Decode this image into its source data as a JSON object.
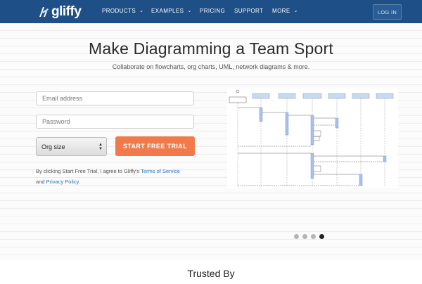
{
  "nav": {
    "logo_text": "gliffy",
    "items": [
      {
        "label": "PRODUCTS",
        "dropdown": true
      },
      {
        "label": "EXAMPLES",
        "dropdown": true
      },
      {
        "label": "PRICING",
        "dropdown": false
      },
      {
        "label": "SUPPORT",
        "dropdown": false
      },
      {
        "label": "MORE",
        "dropdown": true
      }
    ],
    "login_label": "LOG IN"
  },
  "hero": {
    "headline": "Make Diagramming a Team Sport",
    "subhead": "Collaborate on flowcharts, org charts, UML, network diagrams & more."
  },
  "form": {
    "email_placeholder": "Email address",
    "password_placeholder": "Password",
    "org_size_selected": "Org size",
    "cta_label": "START FREE TRIAL",
    "legal_prefix": "By clicking Start Free Trial, I agree to Gliffy's ",
    "terms_link": "Terms of Service",
    "legal_and": "and",
    "privacy_link": "Privacy Policy",
    "legal_suffix": "."
  },
  "carousel": {
    "dot_count": 4,
    "active_index": 3
  },
  "trusted": {
    "title": "Trusted By"
  },
  "colors": {
    "nav_bg": "#1e4f86",
    "cta": "#f07a49",
    "link": "#2a73c1",
    "lifeline_box": "#c9d9f0",
    "activation": "#a8c0ea"
  }
}
